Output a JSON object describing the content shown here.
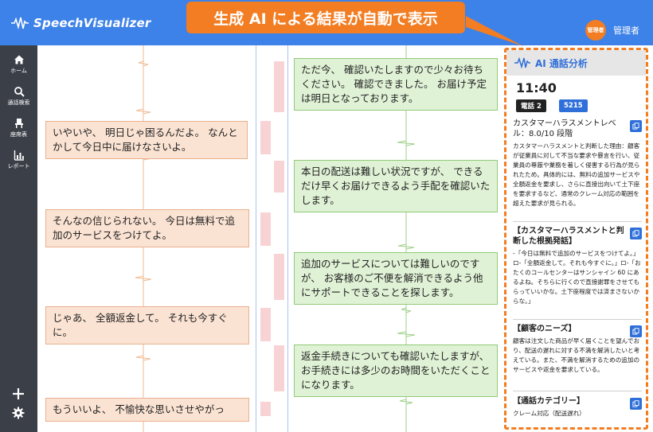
{
  "app": {
    "title": "SpeechVisualizer"
  },
  "user": {
    "badge": "管理者",
    "name": "管理者"
  },
  "banner": {
    "text": "生成 AI による結果が自動で表示"
  },
  "sidebar": {
    "items": [
      {
        "label": "ホーム",
        "icon": "home-icon"
      },
      {
        "label": "通話検索",
        "icon": "search-icon"
      },
      {
        "label": "座席表",
        "icon": "seat-icon"
      },
      {
        "label": "レポート",
        "icon": "report-icon"
      }
    ],
    "bottom": [
      {
        "icon": "plus-icon"
      },
      {
        "icon": "gear-icon"
      }
    ]
  },
  "transcript": {
    "customer": [
      "いやいや、 明日じゃ困るんだよ。 なんとかして今日中に届けなさいよ。",
      "そんなの信じられない。 今日は無料で追加のサービスをつけてよ。",
      "じゃあ、 全額返金して。 それも今すぐに。",
      "もういいよ、 不愉快な思いさせやがっ"
    ],
    "operator": [
      "ただ今、 確認いたしますので少々お待ちください。 確認できました。 お届け予定は明日となっております。",
      "本日の配送は難しい状況ですが、 できるだけ早くお届けできるよう手配を確認いたします。",
      "追加のサービスについては難しいのですが、 お客様のご不便を解消できるよう他にサポートできることを探します。",
      "返金手続きについても確認いたしますが、 お手続きには多少のお時間をいただくことになります。"
    ]
  },
  "ai": {
    "title": "AI 通話分析",
    "time": "11:40",
    "tags": [
      "電話 2",
      "5215"
    ],
    "sections": [
      {
        "title": "カスタマーハラスメントレベル：8.0/10 段階",
        "body": "カスタマーハラスメントと判断した理由：顧客が従業員に対して不当な要求や暴言を行い、従業員の尊厳や業務を著しく侵害する行為が見られたため。具体的には、無料の追加サービスや全額返金を要求し、さらに直接出向いて土下座を要求するなど、通常のクレーム対応の範囲を超えた要求が見られる。"
      },
      {
        "title": "【カスタマーハラスメントと判断した根拠発話】",
        "body": "-「今日は無料で追加のサービスをつけてよ。」ロ-「全額返金して。それも今すぐに。」ロ-「おたくのコールセンターはサンシャイン 60 にあるよね。そちらに行くので直接謝罪をさせてもらっていいかな。土下座程度では済まさないからな。」"
      },
      {
        "title": "【顧客のニーズ】",
        "body": "顧客は注文した商品が早く届くことを望んでおり、配送の遅れに対する不満を解消したいと考えている。また、不満を解消するための追加のサービスや返金を要求している。"
      },
      {
        "title": "【通話カテゴリー】",
        "body": "クレーム対応（配送遅れ）"
      }
    ]
  },
  "colors": {
    "header": "#3d82e8",
    "accent": "#f27d22",
    "sidebar": "#3b3f48",
    "customer_bubble": "#fbe3d3",
    "operator_bubble": "#e0f2d6"
  }
}
